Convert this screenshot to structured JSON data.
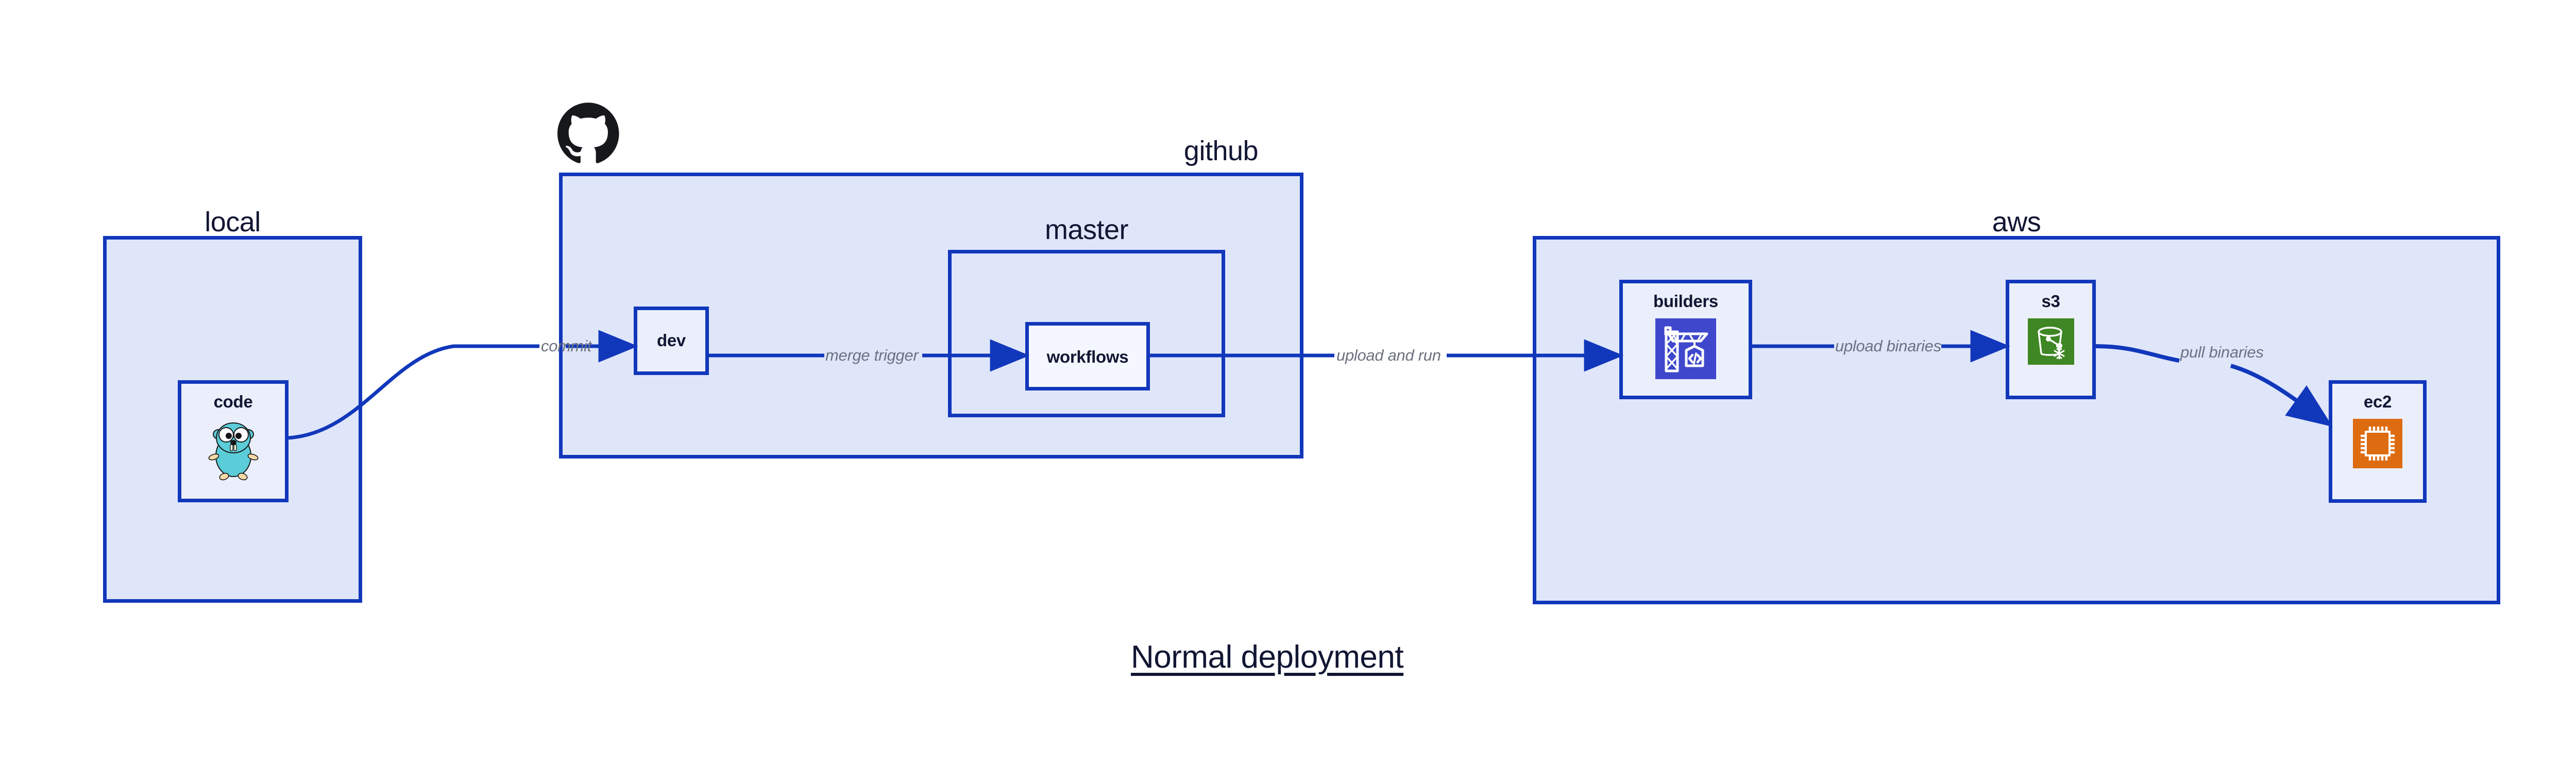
{
  "title": "Normal deployment",
  "colors": {
    "group_fill": "#dfe6fa",
    "node_fill": "#eaeffb",
    "border": "#1137bb",
    "arrow": "#1137bb",
    "edge_label": "#6b7280",
    "text": "#111633",
    "builders_icon": "#3f48cc",
    "s3_icon": "#3f8624",
    "ec2_icon": "#dd6b10",
    "go_gopher": "#5bcdd8",
    "github_logo": "#17181c"
  },
  "groups": [
    {
      "id": "local",
      "label": "local"
    },
    {
      "id": "github",
      "label": "github"
    },
    {
      "id": "master",
      "label": "master"
    },
    {
      "id": "aws",
      "label": "aws"
    }
  ],
  "nodes": [
    {
      "id": "code",
      "label": "code",
      "icon": "go-gopher-icon"
    },
    {
      "id": "dev",
      "label": "dev",
      "icon": "none"
    },
    {
      "id": "workflows",
      "label": "workflows",
      "icon": "none"
    },
    {
      "id": "builders",
      "label": "builders",
      "icon": "aws-codebuild-icon"
    },
    {
      "id": "s3",
      "label": "s3",
      "icon": "aws-s3-icon"
    },
    {
      "id": "ec2",
      "label": "ec2",
      "icon": "aws-ec2-icon"
    }
  ],
  "edges": [
    {
      "id": "code-to-dev",
      "label": "commit",
      "from": "code",
      "to": "dev"
    },
    {
      "id": "dev-to-workflows",
      "label": "merge trigger",
      "from": "dev",
      "to": "workflows"
    },
    {
      "id": "workflows-to-builders",
      "label": "upload and run",
      "from": "workflows",
      "to": "builders"
    },
    {
      "id": "builders-to-s3",
      "label": "upload binaries",
      "from": "builders",
      "to": "s3"
    },
    {
      "id": "s3-to-ec2",
      "label": "pull binaries",
      "from": "s3",
      "to": "ec2"
    }
  ],
  "logos": [
    {
      "id": "github-logo",
      "name": "github-mark-icon"
    }
  ]
}
